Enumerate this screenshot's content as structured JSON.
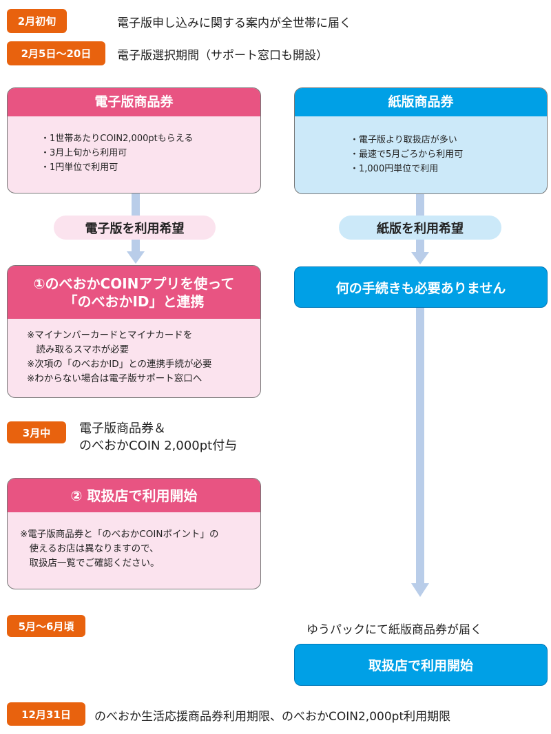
{
  "timeline": [
    {
      "date": "2月初旬",
      "text": "電子版申し込みに関する案内が全世帯に届く"
    },
    {
      "date": "2月5日～20日",
      "text": "電子版選択期間（サポート窓口も開設）"
    },
    {
      "date": "3月中",
      "text_lines": [
        "電子版商品券＆",
        "のべおかCOIN 2,000pt付与"
      ]
    },
    {
      "date": "5月～6月頃"
    },
    {
      "date": "12月31日",
      "text": "のべおか生活応援商品券利用期限、のべおかCOIN2,000pt利用期限"
    }
  ],
  "digital": {
    "title": "電子版商品券",
    "items": [
      "・1世帯あたりCOIN2,000ptもらえる",
      "・3月上旬から利用可",
      "・1円単位で利用可"
    ],
    "choice": "電子版を利用希望",
    "step1": {
      "title_lines": [
        "①のべおかCOINアプリを使って",
        "「のべおかID」と連携"
      ],
      "notes": [
        "※マイナンバーカードとマイナカードを",
        "　読み取るスマホが必要",
        "※次項の「のべおかID」との連携手続が必要",
        "※わからない場合は電子版サポート窓口へ"
      ]
    },
    "step2": {
      "title": "② 取扱店で利用開始",
      "notes": [
        "※電子版商品券と「のべおかCOINポイント」の",
        "　使えるお店は異なりますので、",
        "　取扱店一覧でご確認ください。"
      ]
    }
  },
  "paper": {
    "title": "紙版商品券",
    "items": [
      "・電子版より取扱店が多い",
      "・最速で5月ごろから利用可",
      "・1,000円単位で利用"
    ],
    "choice": "紙版を利用希望",
    "no_procedure": "何の手続きも必要ありません",
    "delivery": "ゆうパックにて紙版商品券が届く",
    "start": "取扱店で利用開始"
  },
  "colors": {
    "orange": "#e8620e",
    "pink": "#e85482",
    "pink_light": "#fbe3ee",
    "blue": "#00a0e6",
    "blue_light": "#cce9f9",
    "arrow": "#b9cde9"
  }
}
